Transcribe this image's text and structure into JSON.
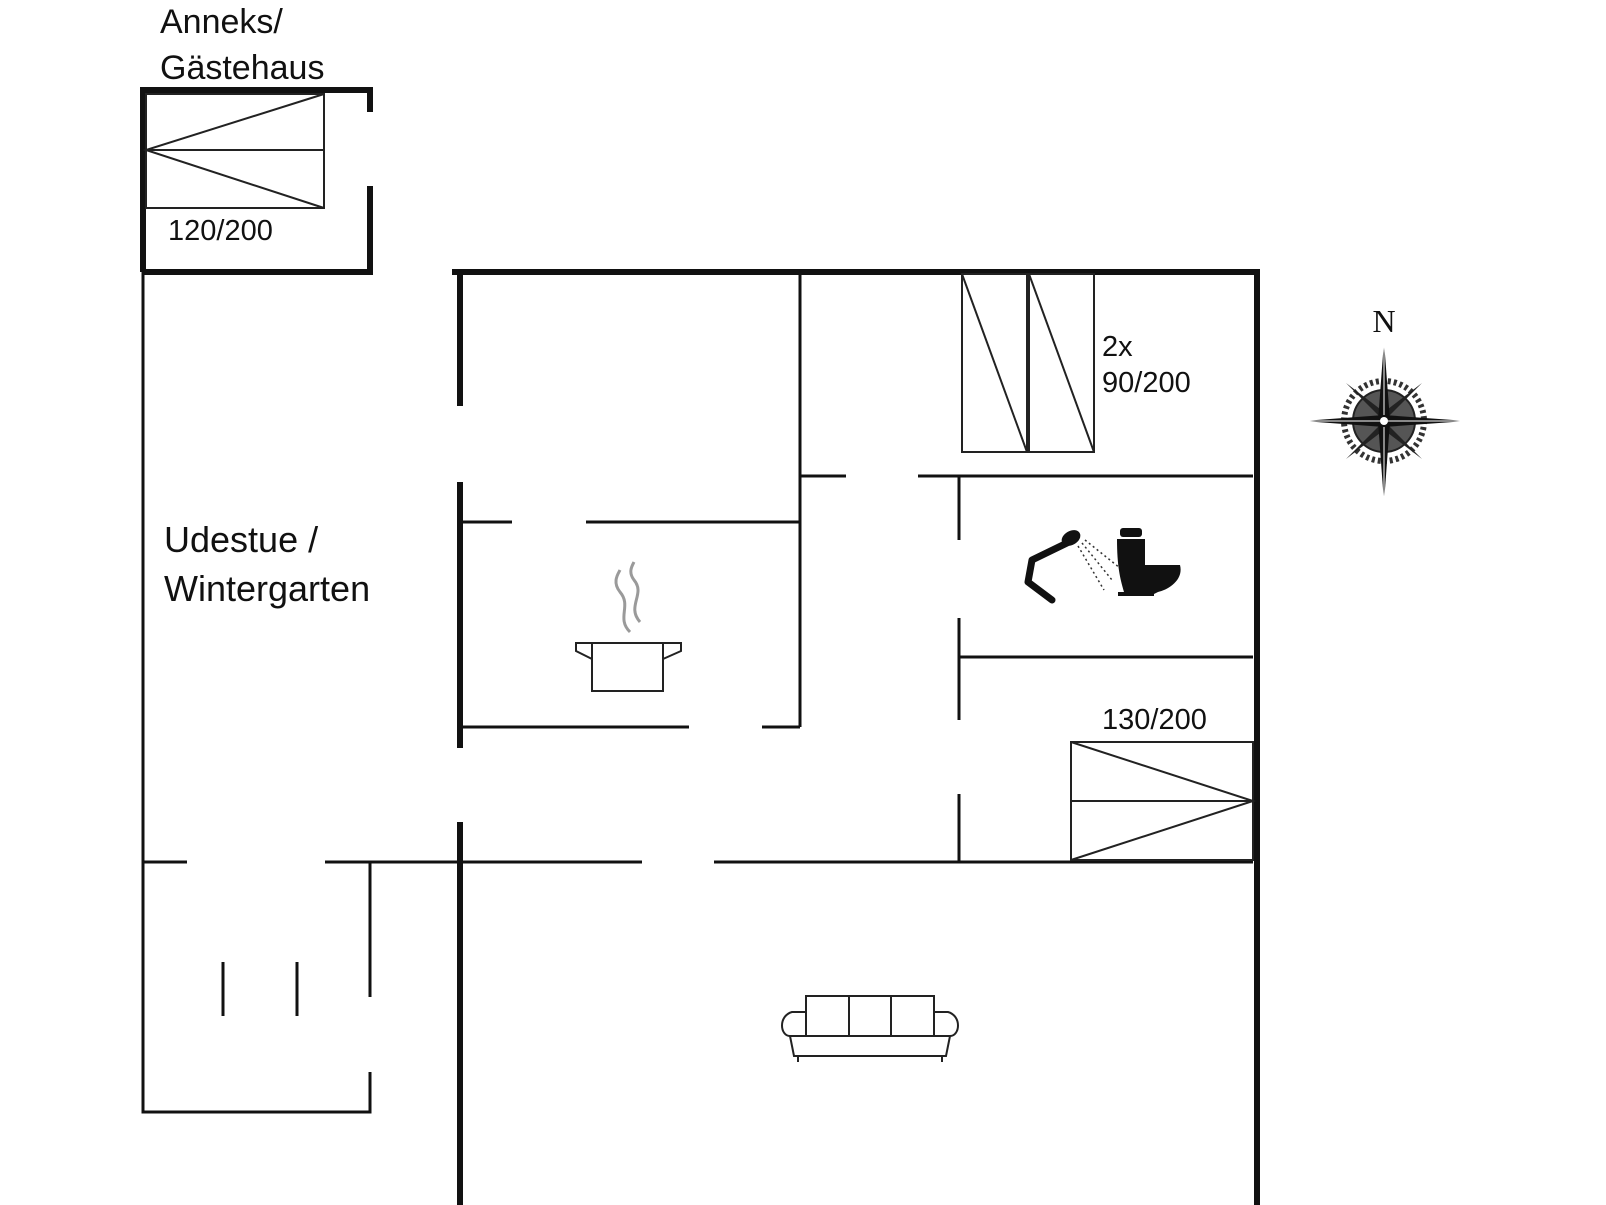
{
  "labels": {
    "annex_line1": "Anneks/",
    "annex_line2": "Gästehaus",
    "annex_bed": "120/200",
    "winter_line1": "Udestue /",
    "winter_line2": "Wintergarten",
    "twin_line1": "2x",
    "twin_line2": "90/200",
    "bed_130": "130/200",
    "compass_north": "N"
  },
  "icons": [
    "bed-icon",
    "cooking-pot-icon",
    "shower-icon",
    "toilet-icon",
    "sofa-icon",
    "compass-icon"
  ],
  "colors": {
    "wall": "#111111",
    "background": "#ffffff",
    "compass_fill": "#444444"
  }
}
